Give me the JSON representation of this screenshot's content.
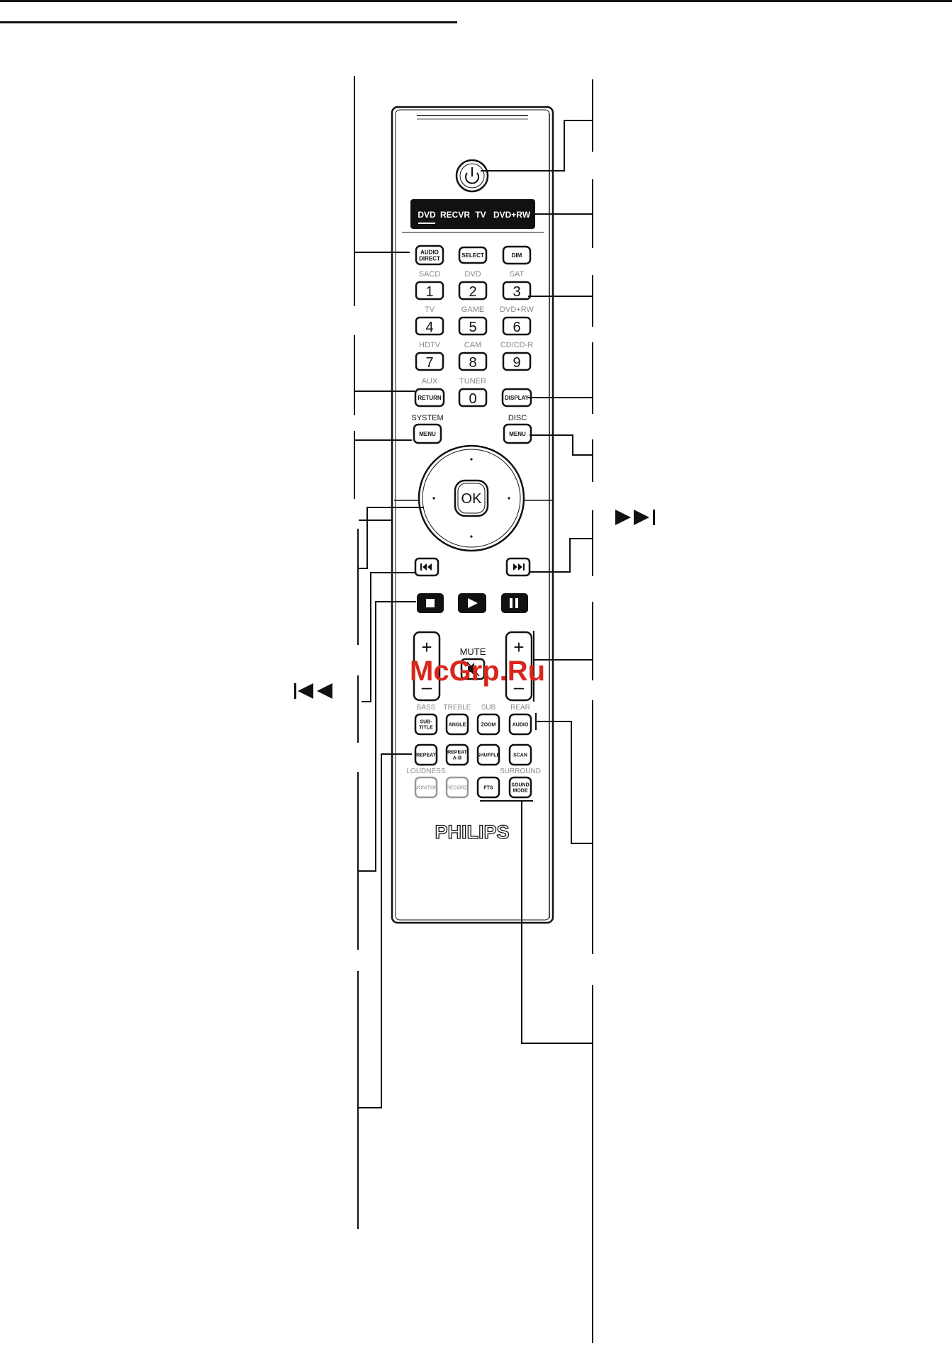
{
  "remote": {
    "modes": [
      "DVD",
      "RECVR",
      "TV",
      "DVD+RW"
    ],
    "top_buttons": {
      "audio_direct": [
        "AUDIO",
        "DIRECT"
      ],
      "select": "SELECT",
      "dim": "DIM"
    },
    "keypad": [
      {
        "top": "SACD",
        "num": "1"
      },
      {
        "top": "DVD",
        "num": "2"
      },
      {
        "top": "SAT",
        "num": "3"
      },
      {
        "top": "TV",
        "num": "4"
      },
      {
        "top": "GAME",
        "num": "5"
      },
      {
        "top": "DVD+RW",
        "num": "6"
      },
      {
        "top": "HDTV",
        "num": "7"
      },
      {
        "top": "CAM",
        "num": "8"
      },
      {
        "top": "CD/CD-R",
        "num": "9"
      }
    ],
    "row4": {
      "aux_label": "AUX",
      "return_label": "RETURN",
      "tuner_label": "TUNER",
      "zero": "0",
      "display_label": "DISPLAY"
    },
    "menus": {
      "system_label": "SYSTEM",
      "system_btn": "MENU",
      "disc_label": "DISC",
      "disc_btn": "MENU"
    },
    "nav": {
      "ok": "OK"
    },
    "volume": {
      "plus": "+",
      "minus": "–",
      "mute": "MUTE",
      "mute_glyph": "🔇"
    },
    "function_row": [
      {
        "top": "BASS",
        "btn": [
          "SUB-",
          "TITLE"
        ]
      },
      {
        "top": "TREBLE",
        "btn": [
          "ANGLE"
        ]
      },
      {
        "top": "SUB",
        "btn": [
          "ZOOM"
        ]
      },
      {
        "top": "REAR",
        "btn": [
          "AUDIO"
        ]
      }
    ],
    "play_row": [
      {
        "btn": [
          "REPEAT"
        ]
      },
      {
        "btn": [
          "REPEAT",
          "A-B"
        ]
      },
      {
        "btn": [
          "SHUFFLE"
        ]
      },
      {
        "btn": [
          "SCAN"
        ]
      }
    ],
    "last_row": {
      "loudness": "LOUDNESS",
      "surround": "SURROUND",
      "buttons": [
        {
          "btn": [
            "MONITOR"
          ],
          "grey": true
        },
        {
          "btn": [
            "RECORD"
          ],
          "grey": true
        },
        {
          "btn": [
            "FTS"
          ],
          "grey": false
        },
        {
          "btn": [
            "SOUND",
            "MODE"
          ],
          "grey": false
        }
      ]
    },
    "brand": "PHILIPS"
  },
  "watermark": "McGrp.Ru"
}
